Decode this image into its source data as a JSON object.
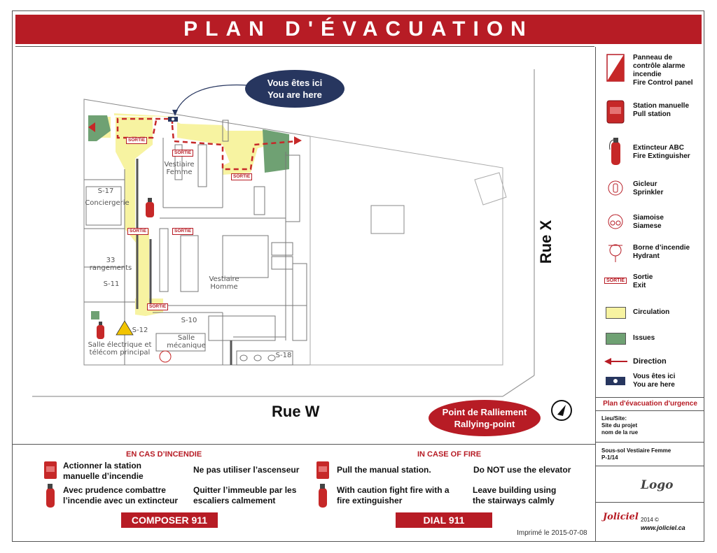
{
  "header": {
    "title": "PLAN D'ÉVACUATION"
  },
  "map": {
    "you_are_here_fr": "Vous êtes ici",
    "you_are_here_en": "You are here",
    "street_x": "Rue X",
    "street_w": "Rue W",
    "rally_fr": "Point de Ralliement",
    "rally_en": "Rallying-point",
    "exit_tag": "SORTIE",
    "rooms": {
      "s17": "S-17",
      "conciergerie": "Conciergerie",
      "vestiaire_femme_1": "Vestiaire",
      "vestiaire_femme_2": "Femme",
      "rangements_1": "33",
      "rangements_2": "rangements",
      "s11": "S-11",
      "vestiaire_homme_1": "Vestiaire",
      "vestiaire_homme_2": "Homme",
      "s12": "S-12",
      "s10": "S-10",
      "salle_elec_1": "Salle électrique et",
      "salle_elec_2": "télécom principal",
      "salle_meca_1": "Salle",
      "salle_meca_2": "mécanique",
      "s18": "S-18"
    }
  },
  "legend": {
    "items": [
      {
        "label": "Panneau de contrôle alarme incendie Fire Control panel"
      },
      {
        "label": "Station manuelle Pull station"
      },
      {
        "label": "Extincteur ABC Fire Extinguisher"
      },
      {
        "label": "Gicleur Sprinkler"
      },
      {
        "label": "Siamoise Siamese"
      },
      {
        "label": "Borne d’incendie Hydrant"
      },
      {
        "label": "Sortie Exit"
      },
      {
        "label": "Circulation"
      },
      {
        "label": "Issues"
      },
      {
        "label": "Direction"
      },
      {
        "label": "Vous êtes ici You are here"
      }
    ],
    "lines": {
      "fcp1": "Panneau de",
      "fcp2": "contrôle alarme",
      "fcp3": "incendie",
      "fcp4": "Fire Control panel",
      "pull1": "Station manuelle",
      "pull2": "Pull station",
      "ext1": "Extincteur ABC",
      "ext2": "Fire Extinguisher",
      "spr1": "Gicleur",
      "spr2": "Sprinkler",
      "sia1": "Siamoise",
      "sia2": "Siamese",
      "hyd1": "Borne d’incendie",
      "hyd2": "Hydrant",
      "exit1": "Sortie",
      "exit2": "Exit",
      "circ": "Circulation",
      "issues": "Issues",
      "direction": "Direction",
      "here1": "Vous êtes ici",
      "here2": "You are here"
    },
    "colors": {
      "circulation": "#f7f3a1",
      "issues": "#6fa173",
      "red": "#b71c25",
      "navy": "#27365f"
    }
  },
  "info": {
    "header": "Plan d'évacuation d'urgence",
    "site1": "Lieu/Site:",
    "site2": "Site du projet",
    "site3": "nom de la rue",
    "floor": "Sous-sol Vestiaire Femme",
    "page": "P-1/14",
    "logo": "Logo",
    "copyright": "2014 ©",
    "brand": "Joliciel",
    "brand_url": "www.joliciel.ca"
  },
  "instructions": {
    "fr_title": "EN CAS D’INCENDIE",
    "en_title": "IN CASE OF FIRE",
    "fr_pull_1": "Actionner la station",
    "fr_pull_2": "manuelle d’incendie",
    "fr_elevator": "Ne pas utiliser l’ascenseur",
    "fr_fight_1": "Avec prudence combattre",
    "fr_fight_2": "l’incendie avec un extincteur",
    "fr_leave_1": "Quitter l’immeuble par les",
    "fr_leave_2": "escaliers calmement",
    "en_pull": "Pull the manual station.",
    "en_elevator": "Do NOT use the elevator",
    "en_fight_1": "With caution fight fire with a",
    "en_fight_2": "fire extinguisher",
    "en_leave_1": "Leave building using",
    "en_leave_2": "the stairways calmly",
    "fr_call": "COMPOSER 911",
    "en_call": "DIAL 911",
    "printed": "Imprimé le 2015-07-08"
  }
}
